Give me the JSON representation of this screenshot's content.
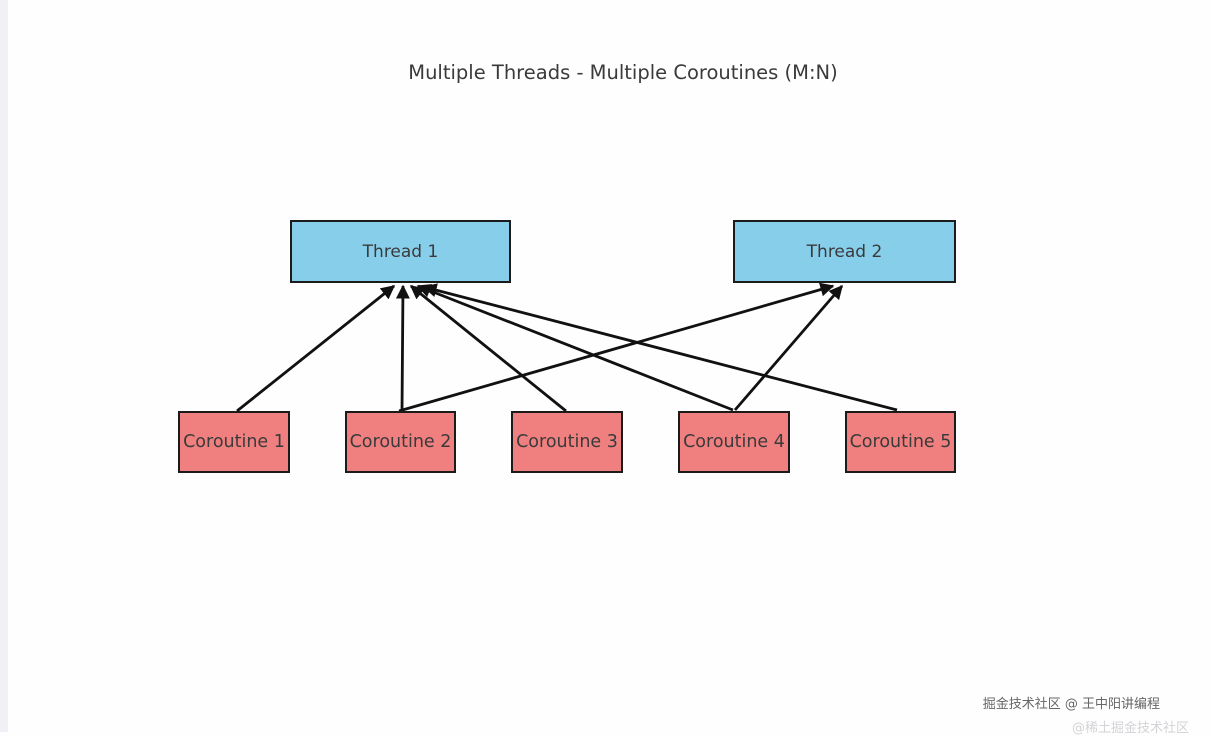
{
  "title": "Multiple Threads - Multiple Coroutines (M:N)",
  "diagram": {
    "nodes": [
      {
        "id": "thread-1",
        "type": "thread",
        "label": "Thread 1"
      },
      {
        "id": "thread-2",
        "type": "thread",
        "label": "Thread 2"
      },
      {
        "id": "coroutine-1",
        "type": "coroutine",
        "label": "Coroutine 1"
      },
      {
        "id": "coroutine-2",
        "type": "coroutine",
        "label": "Coroutine 2"
      },
      {
        "id": "coroutine-3",
        "type": "coroutine",
        "label": "Coroutine 3"
      },
      {
        "id": "coroutine-4",
        "type": "coroutine",
        "label": "Coroutine 4"
      },
      {
        "id": "coroutine-5",
        "type": "coroutine",
        "label": "Coroutine 5"
      }
    ],
    "edges": [
      {
        "from": "coroutine-1",
        "to": "thread-1"
      },
      {
        "from": "coroutine-2",
        "to": "thread-1"
      },
      {
        "from": "coroutine-3",
        "to": "thread-1"
      },
      {
        "from": "coroutine-4",
        "to": "thread-1"
      },
      {
        "from": "coroutine-5",
        "to": "thread-1"
      },
      {
        "from": "coroutine-2",
        "to": "thread-2"
      },
      {
        "from": "coroutine-4",
        "to": "thread-2"
      }
    ]
  },
  "colors": {
    "thread_fill": "#87CEEB",
    "coroutine_fill": "#F08080",
    "box_border": "#1b1b1b",
    "arrow": "#111111",
    "text": "#3a3a3a"
  },
  "watermark": {
    "primary": "掘金技术社区 @ 王中阳讲编程",
    "secondary": "@稀土掘金技术社区"
  }
}
